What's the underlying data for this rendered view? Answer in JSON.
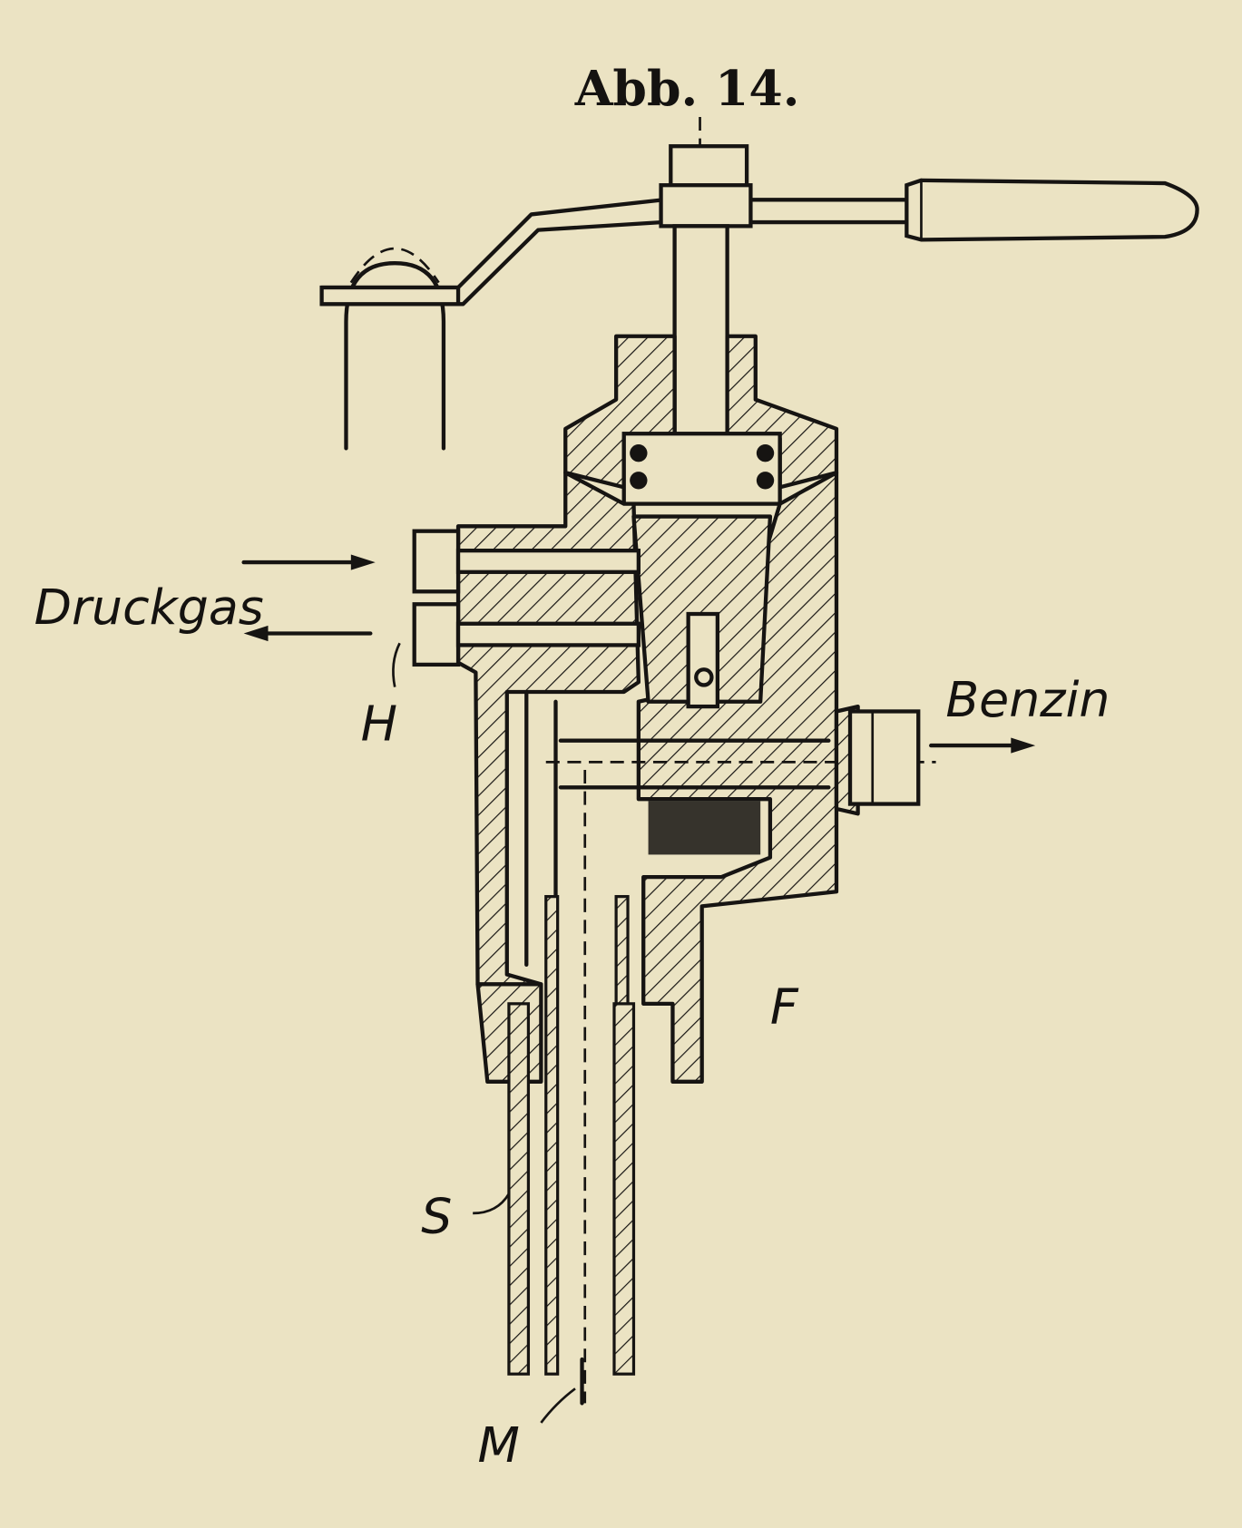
{
  "figure": {
    "title": "Abb. 14.",
    "labels": {
      "gas": "Druckgas",
      "h": "H",
      "fuel": "Benzin",
      "f": "F",
      "s": "S",
      "m": "M"
    }
  },
  "colors": {
    "paper": "#ebe3c3",
    "ink": "#161412"
  }
}
